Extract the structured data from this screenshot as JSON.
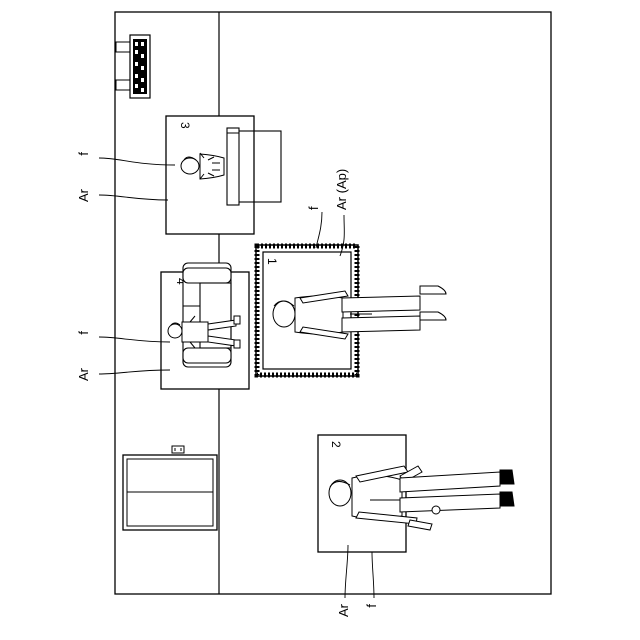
{
  "figure": {
    "labels": {
      "ar": "Ar",
      "f": "f",
      "ar_ap": "Ar (Ap)"
    },
    "frames": [
      {
        "id": "frame-1",
        "number": "1"
      },
      {
        "id": "frame-2",
        "number": "2"
      },
      {
        "id": "frame-3",
        "number": "3"
      },
      {
        "id": "frame-4",
        "number": "4"
      }
    ]
  }
}
